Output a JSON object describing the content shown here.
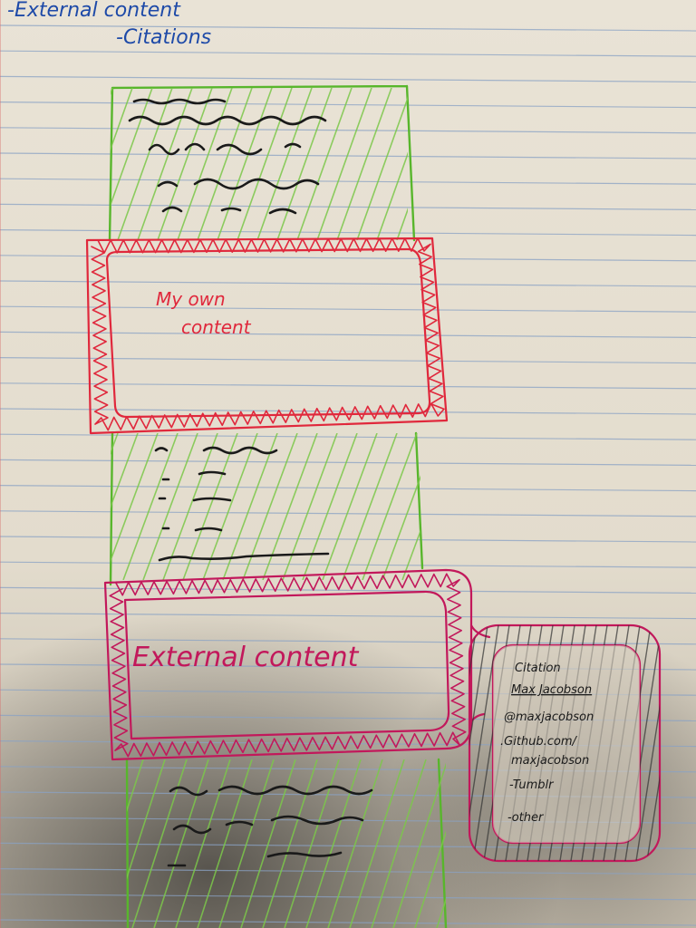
{
  "header": {
    "line1": "-External content",
    "line2": "-Citations"
  },
  "own_content": {
    "line1": "My own",
    "line2": "content"
  },
  "external_content": {
    "label": "External content"
  },
  "citation": {
    "items": [
      "Citation",
      "Max Jacobson",
      "@maxjacobson",
      ".Github.com/",
      "maxjacobson",
      "-Tumblr",
      "-other"
    ]
  },
  "colors": {
    "paper": "#e6e0d3",
    "rule_line": "#8aa2c4",
    "green": "#58b62c",
    "red": "#e0283c",
    "pink": "#c2185b",
    "ink_blue": "#1e4aa8",
    "ink_black": "#1a1a1a"
  }
}
